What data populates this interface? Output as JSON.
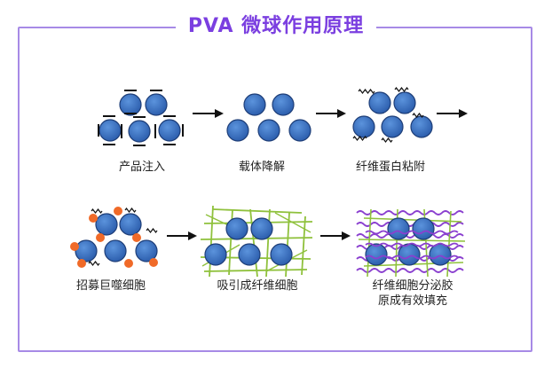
{
  "title": "PVA 微球作用原理",
  "steps": [
    {
      "label": "产品注入"
    },
    {
      "label": "载体降解"
    },
    {
      "label": "纤维蛋白粘附"
    },
    {
      "label": "招募巨噬细胞"
    },
    {
      "label": "吸引成纤维细胞"
    },
    {
      "label": "纤维细胞分泌胶",
      "label2": "原成有效填充"
    }
  ],
  "colors": {
    "frame": "#a78ae6",
    "title": "#7b3fe0",
    "sphere": "#3a73c4",
    "sphere_edge": "#1e3e78",
    "macrophage": "#f06a28",
    "fibroblast": "#8fc13c",
    "collagen": "#8a3fcf"
  }
}
